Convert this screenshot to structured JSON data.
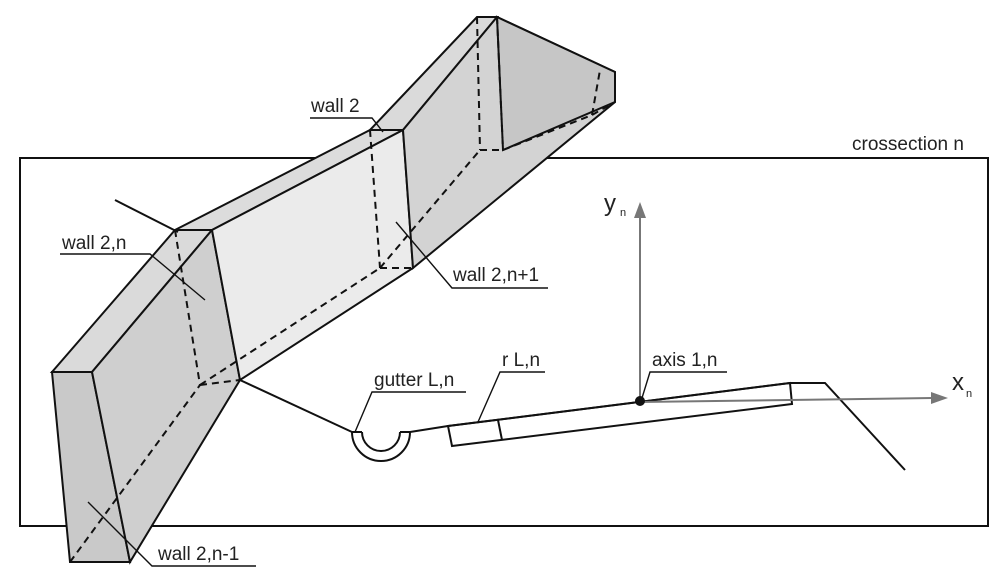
{
  "labels": {
    "crossection": "crossection n",
    "wall2": "wall 2",
    "wall2n": "wall 2,n",
    "wall2n1": "wall 2,n+1",
    "wall2nm1": "wall 2,n-1",
    "gutter": "gutter L,n",
    "rL": "r L,n",
    "axis": "axis 1,n",
    "y_axis": "y",
    "y_sub": "n",
    "x_axis": "x",
    "x_sub": "n"
  },
  "colors": {
    "wall_fill": "#cfcfcf",
    "wall_light": "#e9e9e9",
    "line": "#111111",
    "axis_arrow": "#777777"
  }
}
